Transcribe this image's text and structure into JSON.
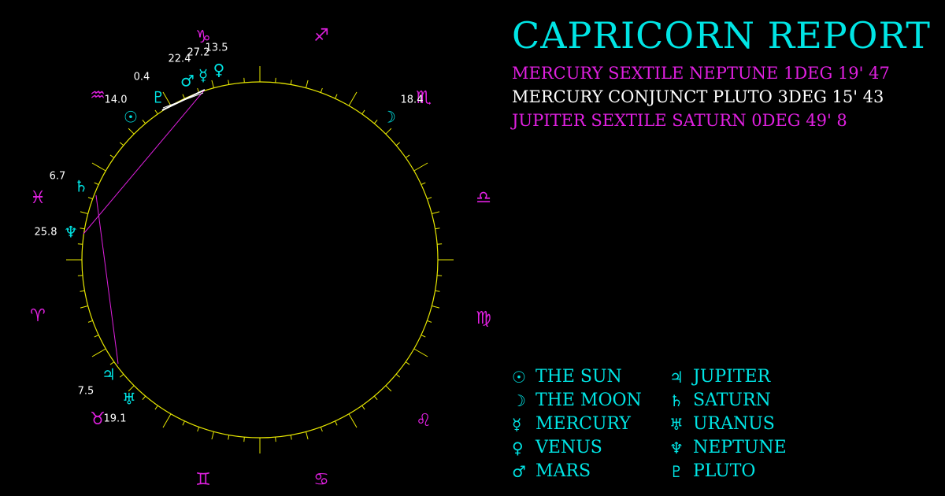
{
  "title": "CAPRICORN REPORT",
  "colors": {
    "background": "#000000",
    "accent": "#00e5e5",
    "zodiac": "#e020e0",
    "ring": "#e8e800",
    "aspect_line": "#e020e0",
    "label": "#ffffff"
  },
  "aspects": [
    {
      "text": "MERCURY SEXTILE NEPTUNE 1DEG 19' 47",
      "color": "#e020e0"
    },
    {
      "text": "MERCURY CONJUNCT PLUTO 3DEG 15' 43",
      "color": "#ffffff"
    },
    {
      "text": "JUPITER SEXTILE SATURN 0DEG 49' 8",
      "color": "#e020e0"
    }
  ],
  "zodiac_signs": [
    {
      "name": "capricorn",
      "glyph": "♑"
    },
    {
      "name": "sagittarius",
      "glyph": "♐"
    },
    {
      "name": "scorpio",
      "glyph": "♏"
    },
    {
      "name": "libra",
      "glyph": "♎"
    },
    {
      "name": "virgo",
      "glyph": "♍"
    },
    {
      "name": "leo",
      "glyph": "♌"
    },
    {
      "name": "cancer",
      "glyph": "♋"
    },
    {
      "name": "gemini",
      "glyph": "♊"
    },
    {
      "name": "taurus",
      "glyph": "♉"
    },
    {
      "name": "aries",
      "glyph": "♈"
    },
    {
      "name": "pisces",
      "glyph": "♓"
    },
    {
      "name": "aquarius",
      "glyph": "♒"
    }
  ],
  "planets": [
    {
      "name": "sun",
      "glyph": "☉",
      "degree": ""
    },
    {
      "name": "pluto",
      "glyph": "♇",
      "degree": "0.4"
    },
    {
      "name": "mars",
      "glyph": "♂",
      "degree": "22.4"
    },
    {
      "name": "mercury",
      "glyph": "☿",
      "degree": "27.2"
    },
    {
      "name": "venus",
      "glyph": "♀",
      "degree": "13.5"
    },
    {
      "name": "moon",
      "glyph": "☽",
      "degree": "18.4"
    },
    {
      "name": "saturn",
      "glyph": "♄",
      "degree": "6.7"
    },
    {
      "name": "neptune",
      "glyph": "♆",
      "degree": "25.8"
    },
    {
      "name": "jupiter",
      "glyph": "♃",
      "degree": "7.5"
    },
    {
      "name": "uranus",
      "glyph": "♅",
      "degree": "19.1"
    },
    {
      "name": "aquarius-sun-degree",
      "glyph": "",
      "degree": "14.0"
    }
  ],
  "legend": [
    {
      "glyph": "☉",
      "label": "THE SUN"
    },
    {
      "glyph": "☽",
      "label": "THE MOON"
    },
    {
      "glyph": "☿",
      "label": "MERCURY"
    },
    {
      "glyph": "♀",
      "label": "VENUS"
    },
    {
      "glyph": "♂",
      "label": "MARS"
    },
    {
      "glyph": "♃",
      "label": "JUPITER"
    },
    {
      "glyph": "♄",
      "label": "SATURN"
    },
    {
      "glyph": "♅",
      "label": "URANUS"
    },
    {
      "glyph": "♆",
      "label": "NEPTUNE"
    },
    {
      "glyph": "♇",
      "label": "PLUTO"
    }
  ]
}
